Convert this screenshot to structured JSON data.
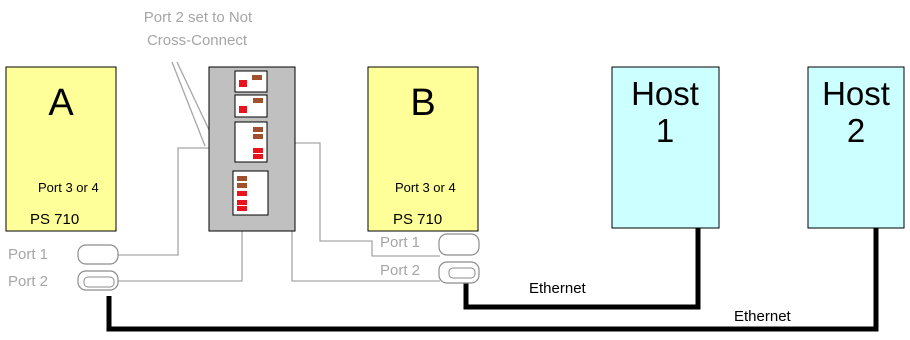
{
  "annotation": {
    "line1": "Port 2 set to Not",
    "line2": "Cross-Connect"
  },
  "device_a": {
    "letter": "A",
    "port_label": "Port 3 or 4",
    "model": "PS 710"
  },
  "device_b": {
    "letter": "B",
    "port_label": "Port 3 or 4",
    "model": "PS 710"
  },
  "host_1": {
    "line1": "Host",
    "line2": "1"
  },
  "host_2": {
    "line1": "Host",
    "line2": "2"
  },
  "ports_a": {
    "port1": "Port 1",
    "port2": "Port 2"
  },
  "ports_b": {
    "port1": "Port 1",
    "port2": "Port 2"
  },
  "links": {
    "ethernet_1": "Ethernet",
    "ethernet_2": "Ethernet"
  },
  "colors": {
    "device_fill": "#ffff99",
    "host_fill": "#ccffff",
    "switch_fill": "#c0c0c0",
    "thin_line": "#a6a6a6",
    "led_red": "#e8141c",
    "led_brown": "#a0502d"
  }
}
